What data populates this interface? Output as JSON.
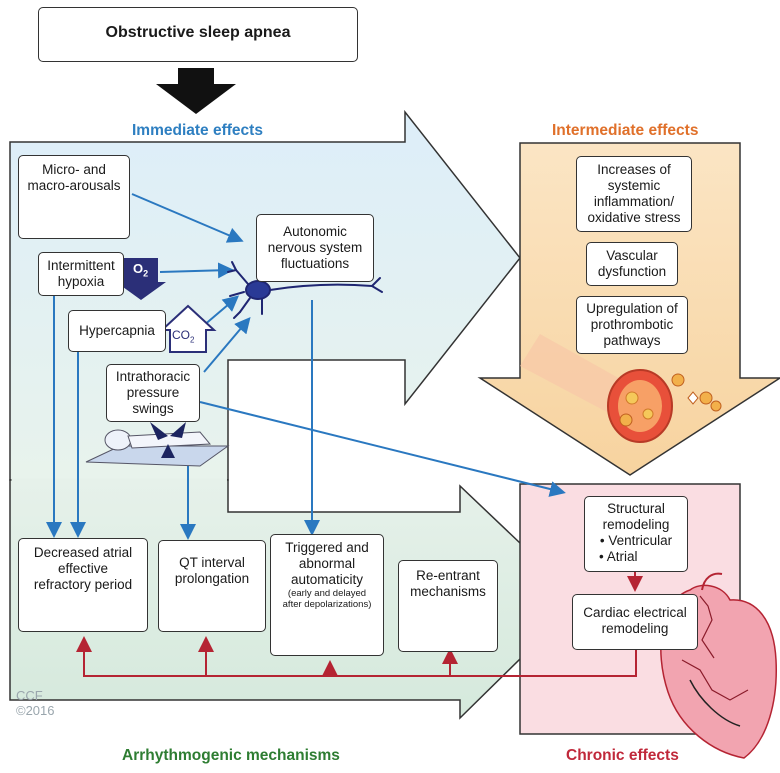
{
  "title": "Obstructive sleep apnea",
  "sections": {
    "immediate": "Immediate effects",
    "intermediate": "Intermediate effects",
    "arrhythmogenic": "Arrhythmogenic mechanisms",
    "chronic": "Chronic effects"
  },
  "immediate_boxes": {
    "arousals": [
      "Micro- and",
      "macro-arousals"
    ],
    "hypoxia": [
      "Intermittent",
      "hypoxia"
    ],
    "hypercapnia": "Hypercapnia",
    "pressure": [
      "Intrathoracic",
      "pressure",
      "swings"
    ],
    "autonomic": [
      "Autonomic",
      "nervous system",
      "fluctuations"
    ]
  },
  "gas_labels": {
    "o2": "O",
    "o2_sub": "2",
    "co2": "CO",
    "co2_sub": "2"
  },
  "intermediate_boxes": {
    "inflammation": [
      "Increases of",
      "systemic",
      "inflammation/",
      "oxidative stress"
    ],
    "vascular": [
      "Vascular",
      "dysfunction"
    ],
    "prothrombotic": [
      "Upregulation of",
      "prothrombotic",
      "pathways"
    ]
  },
  "arrhythmo_boxes": {
    "atrial": [
      "Decreased atrial",
      "effective",
      "refractory period"
    ],
    "qt": [
      "QT interval",
      "prolongation"
    ],
    "triggered": [
      "Triggered and",
      "abnormal",
      "automaticity"
    ],
    "triggered_note": [
      "(early and delayed",
      "after depolarizations)"
    ],
    "reentrant": [
      "Re-entrant",
      "mechanisms"
    ]
  },
  "chronic_boxes": {
    "structural": [
      "Structural",
      "remodeling"
    ],
    "structural_items": [
      "• Ventricular",
      "• Atrial"
    ],
    "electrical": [
      "Cardiac electrical",
      "remodeling"
    ]
  },
  "credit": [
    "CCF",
    "©2016"
  ],
  "colors": {
    "immediate_header": "#2e7fc1",
    "intermediate_header": "#e0702a",
    "arrhythmo_header": "#2e7d32",
    "chronic_header": "#c0283a",
    "blue_arrow": "#2a78c0",
    "red_arrow": "#b52433",
    "trace_green": "#1e6b2a",
    "trace_navy": "#20245e"
  }
}
